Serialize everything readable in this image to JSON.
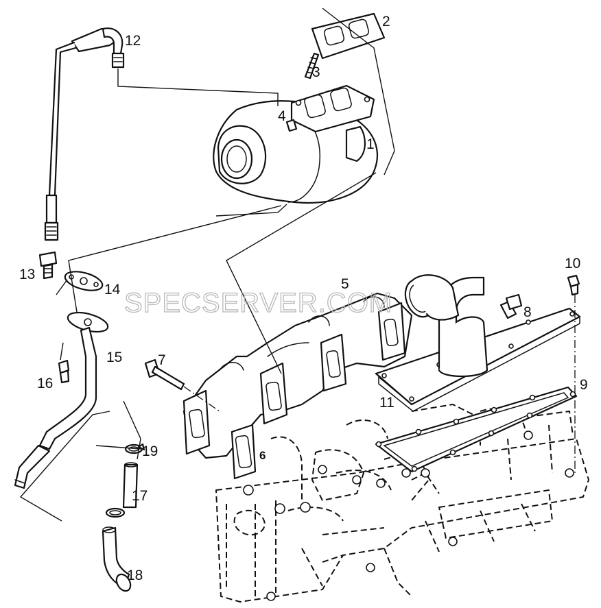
{
  "watermark": "SPECSERVER.COM",
  "callouts": [
    {
      "id": "c1",
      "label": "1"
    },
    {
      "id": "c2",
      "label": "2"
    },
    {
      "id": "c3",
      "label": "3"
    },
    {
      "id": "c4",
      "label": "4"
    },
    {
      "id": "c5",
      "label": "5"
    },
    {
      "id": "c6",
      "label": "6"
    },
    {
      "id": "c7",
      "label": "7"
    },
    {
      "id": "c8",
      "label": "8"
    },
    {
      "id": "c9",
      "label": "9"
    },
    {
      "id": "c10",
      "label": "10"
    },
    {
      "id": "c11",
      "label": "11"
    },
    {
      "id": "c12",
      "label": "12"
    },
    {
      "id": "c13",
      "label": "13"
    },
    {
      "id": "c14",
      "label": "14"
    },
    {
      "id": "c15",
      "label": "15"
    },
    {
      "id": "c16",
      "label": "16"
    },
    {
      "id": "c17",
      "label": "17"
    },
    {
      "id": "c18",
      "label": "18"
    },
    {
      "id": "c19",
      "label": "19"
    }
  ]
}
